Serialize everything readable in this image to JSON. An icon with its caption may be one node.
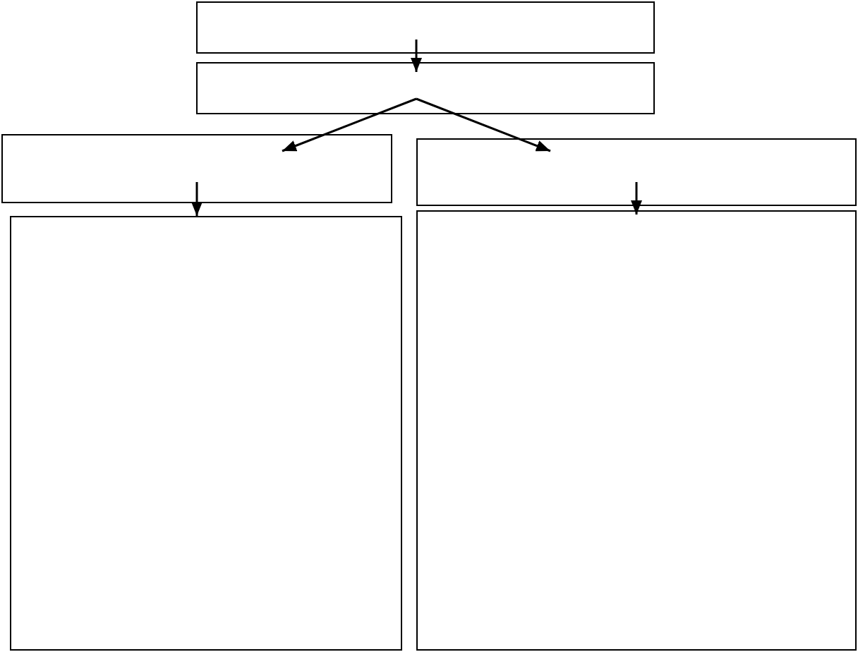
{
  "diagram": {
    "nodes": [
      {
        "text": [],
        "shape": "box"
      },
      {
        "text": [],
        "shape": "box"
      },
      {
        "text": [],
        "shape": "box"
      },
      {
        "text": [],
        "shape": "box"
      },
      {
        "text": [],
        "shape": "box"
      },
      {
        "text": [],
        "shape": "box"
      }
    ],
    "edges": [
      {
        "from": 0,
        "to": 1,
        "arrow": "to"
      },
      {
        "from": 1,
        "to": 2,
        "arrow": "to"
      },
      {
        "from": 1,
        "to": 3,
        "arrow": "to"
      },
      {
        "from": 2,
        "to": 4,
        "arrow": "to"
      },
      {
        "from": 3,
        "to": 5,
        "arrow": "to"
      }
    ]
  }
}
